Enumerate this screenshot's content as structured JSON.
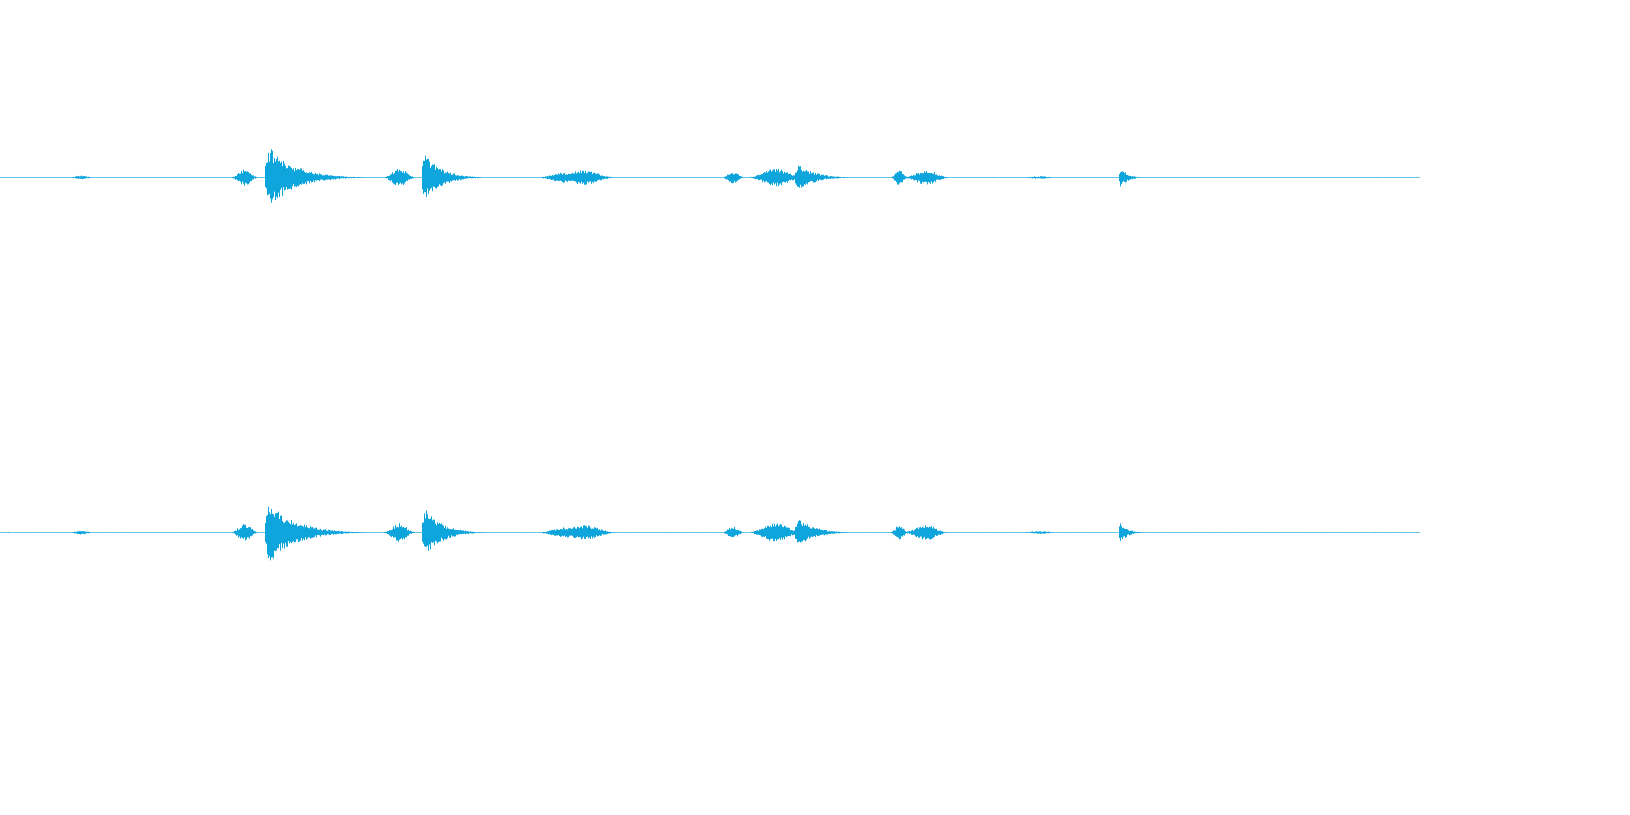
{
  "waveform": {
    "color": "#0ea5dc",
    "background": "#ffffff",
    "channel_count": 2,
    "events": [
      {
        "position": 0.057,
        "amplitude": 0.08,
        "spread": 0.006,
        "type": "blip"
      },
      {
        "position": 0.172,
        "amplitude": 0.28,
        "spread": 0.006,
        "type": "burst"
      },
      {
        "position": 0.19,
        "amplitude": 1.0,
        "spread": 0.012,
        "type": "transient"
      },
      {
        "position": 0.281,
        "amplitude": 0.3,
        "spread": 0.007,
        "type": "burst"
      },
      {
        "position": 0.299,
        "amplitude": 0.8,
        "spread": 0.008,
        "type": "transient"
      },
      {
        "position": 0.397,
        "amplitude": 0.18,
        "spread": 0.012,
        "type": "burst"
      },
      {
        "position": 0.411,
        "amplitude": 0.25,
        "spread": 0.014,
        "type": "burst"
      },
      {
        "position": 0.516,
        "amplitude": 0.2,
        "spread": 0.005,
        "type": "burst"
      },
      {
        "position": 0.546,
        "amplitude": 0.3,
        "spread": 0.012,
        "type": "burst"
      },
      {
        "position": 0.562,
        "amplitude": 0.45,
        "spread": 0.008,
        "type": "transient"
      },
      {
        "position": 0.633,
        "amplitude": 0.25,
        "spread": 0.004,
        "type": "burst"
      },
      {
        "position": 0.652,
        "amplitude": 0.25,
        "spread": 0.01,
        "type": "burst"
      },
      {
        "position": 0.732,
        "amplitude": 0.06,
        "spread": 0.01,
        "type": "blip"
      },
      {
        "position": 0.789,
        "amplitude": 0.3,
        "spread": 0.004,
        "type": "transient"
      }
    ]
  }
}
